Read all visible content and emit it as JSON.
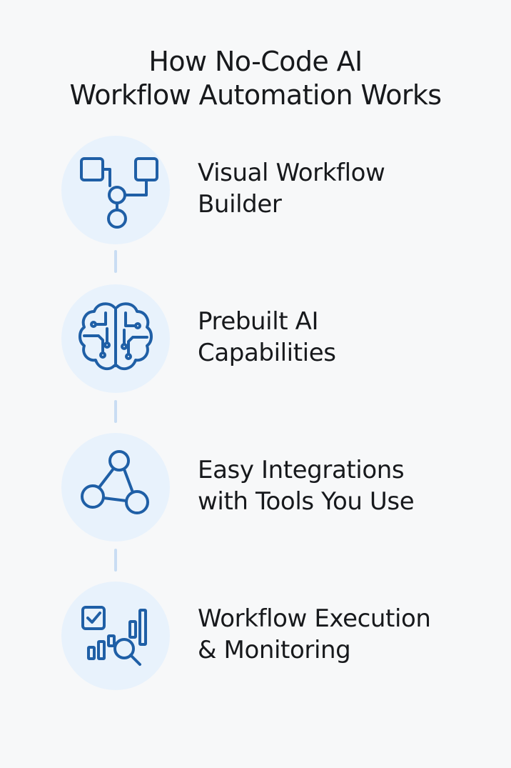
{
  "title": {
    "line1": "How No-Code AI",
    "line2": "Workflow Automation Works"
  },
  "accent_color": "#1f5fa6",
  "circle_color": "#e8f2fc",
  "connector_color": "#c9ddf3",
  "steps": [
    {
      "icon": "flowchart-icon",
      "line1": "Visual Workflow",
      "line2": "Builder"
    },
    {
      "icon": "circuit-brain-icon",
      "line1": "Prebuilt AI",
      "line2": "Capabilities"
    },
    {
      "icon": "network-triangle-icon",
      "line1": "Easy Integrations",
      "line2": "with Tools You Use"
    },
    {
      "icon": "checklist-chart-magnifier-icon",
      "line1": "Workflow Execution",
      "line2": "& Monitoring"
    }
  ]
}
